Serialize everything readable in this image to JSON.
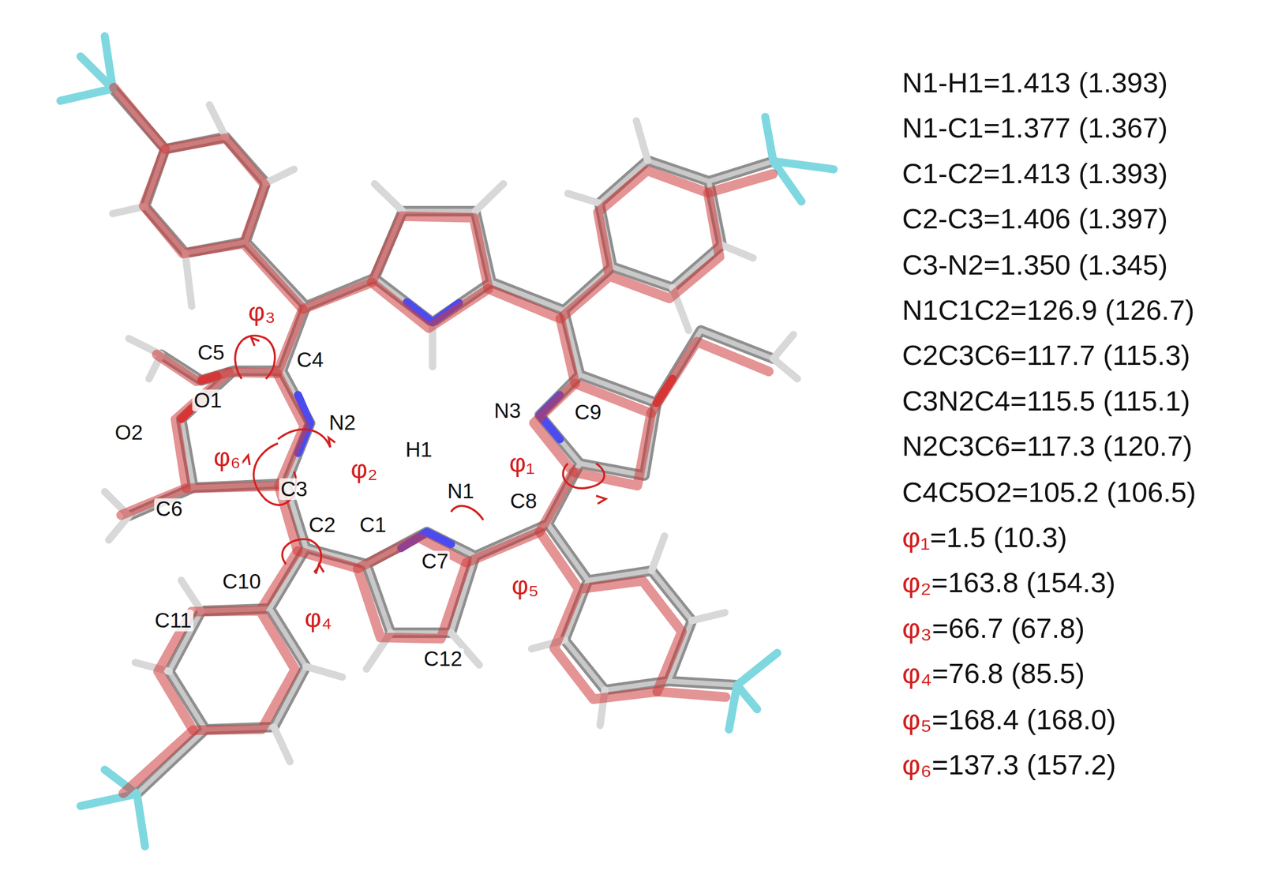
{
  "diagram": {
    "labels": [
      "φ₃",
      "C5",
      "C4",
      "O1",
      "O2",
      "N2",
      "N3",
      "C9",
      "H1",
      "φ₆",
      "φ₂",
      "φ₁",
      "N1",
      "C8",
      "C3",
      "C2",
      "C1",
      "C6",
      "C7",
      "C10",
      "C11",
      "φ₄",
      "φ₅",
      "C12",
      "N1-H1=1.413 (1.393)",
      "N1-C1=1.377 (1.367)",
      "C1-C2=1.413 (1.393)",
      "C2-C3=1.406 (1.397)",
      "C3-N2=1.350 (1.345)",
      "N1C1C2=126.9 (126.7)",
      "C2C3C6=117.7 (115.3)",
      "C3N2C4=115.5 (115.1)",
      "N2C3C6=117.3 (120.7)",
      "C4C5O2=105.2 (106.5)",
      "φ₁",
      "=1.5 (10.3)",
      "φ₂",
      "=163.8 (154.3)",
      "φ₃",
      "=66.7 (67.8)",
      "φ₄",
      "=76.8 (85.5)",
      "φ₅",
      "=168.4 (168.0)",
      "φ₆",
      "=137.3 (157.2)"
    ]
  }
}
